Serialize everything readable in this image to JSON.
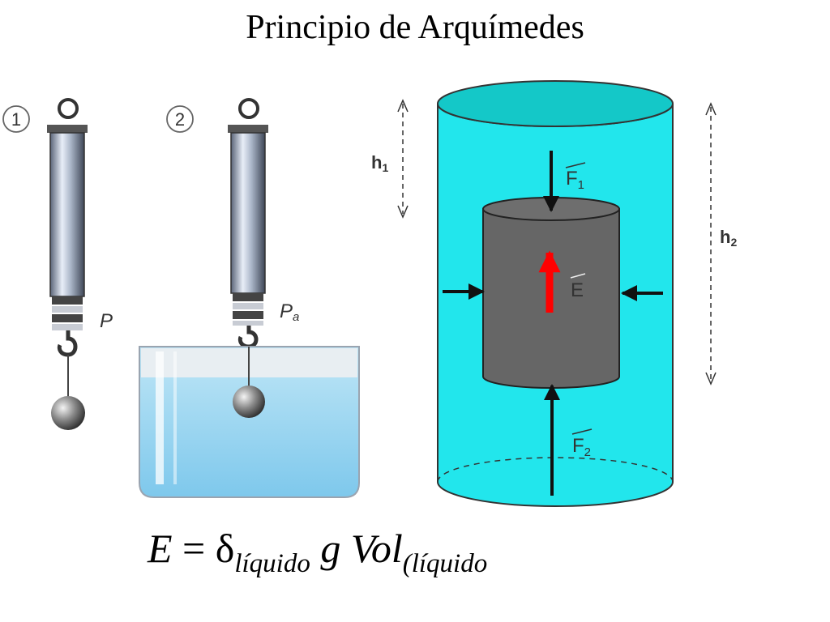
{
  "title": "Principio de Arquímedes",
  "labels": {
    "step1": "1",
    "step2": "2",
    "weight_air": "P",
    "weight_water": "P",
    "weight_water_sub": "a",
    "h1": "h",
    "h1_sub": "1",
    "h2": "h",
    "h2_sub": "2",
    "f1": "F",
    "f1_sub": "1",
    "f2": "F",
    "f2_sub": "2",
    "buoyancy": "E"
  },
  "formula": {
    "lhs": "E",
    "equals": "=",
    "delta": "δ",
    "delta_sub": "líquido",
    "g": "g",
    "vol": "Vol",
    "vol_sub": "(líquido"
  },
  "colors": {
    "cylinder_fill": "#22e6ec",
    "cylinder_top": "#14c8c8",
    "block": "#666666",
    "water": "#a8dcf2",
    "arrow": "#111111",
    "buoyancy_arrow": "#ff0000"
  }
}
